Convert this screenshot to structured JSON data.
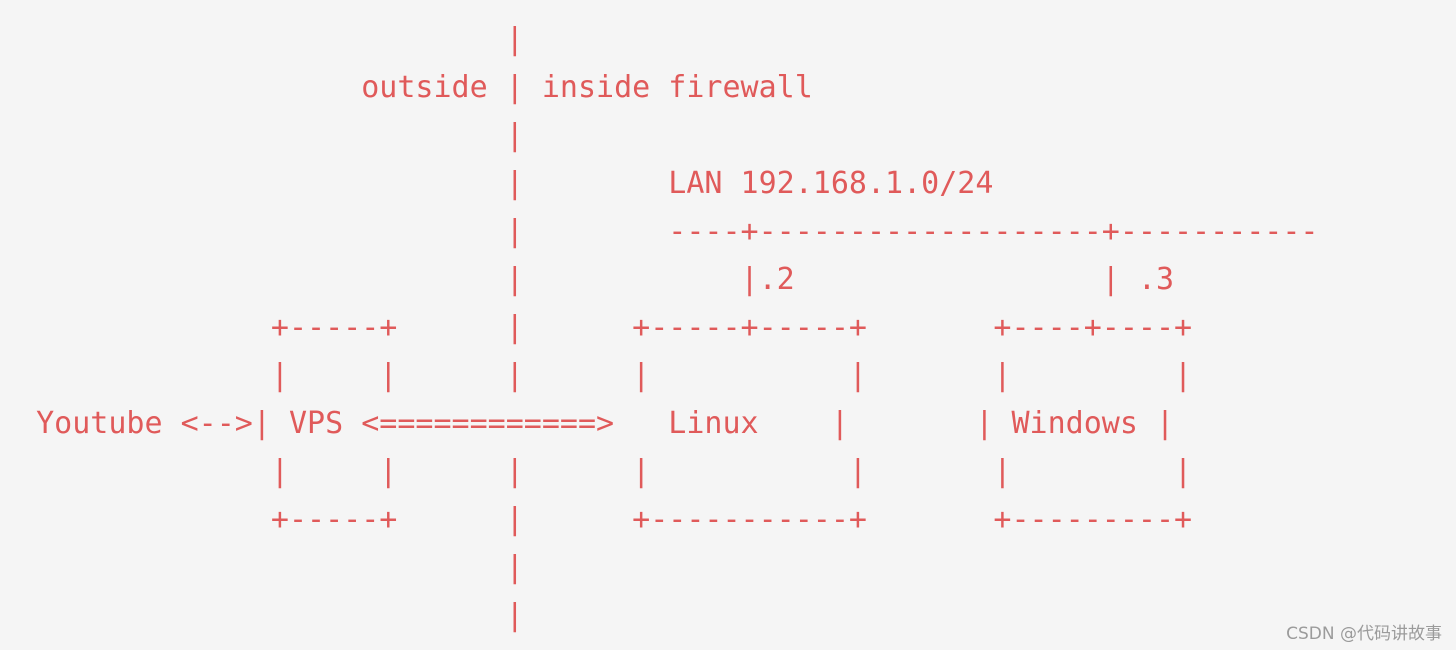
{
  "colors": {
    "background": "#f5f5f5",
    "diagram_text": "#e05a5a",
    "watermark_text": "#9b9b9b"
  },
  "diagram": {
    "lines": [
      "                            |",
      "                    outside | inside firewall",
      "                            |",
      "                            |        LAN 192.168.1.0/24",
      "                            |        ----+-------------------+-----------",
      "                            |            |.2                 | .3",
      "               +-----+      |      +-----+-----+       +----+----+",
      "               |     |      |      |           |       |         |",
      "  Youtube <-->| VPS <============>   Linux    |       | Windows |",
      "               |     |      |      |           |       |         |",
      "               +-----+      |      +-----------+       +---------+",
      "                            |",
      "                            |"
    ]
  },
  "watermark": {
    "text": "CSDN @代码讲故事"
  }
}
